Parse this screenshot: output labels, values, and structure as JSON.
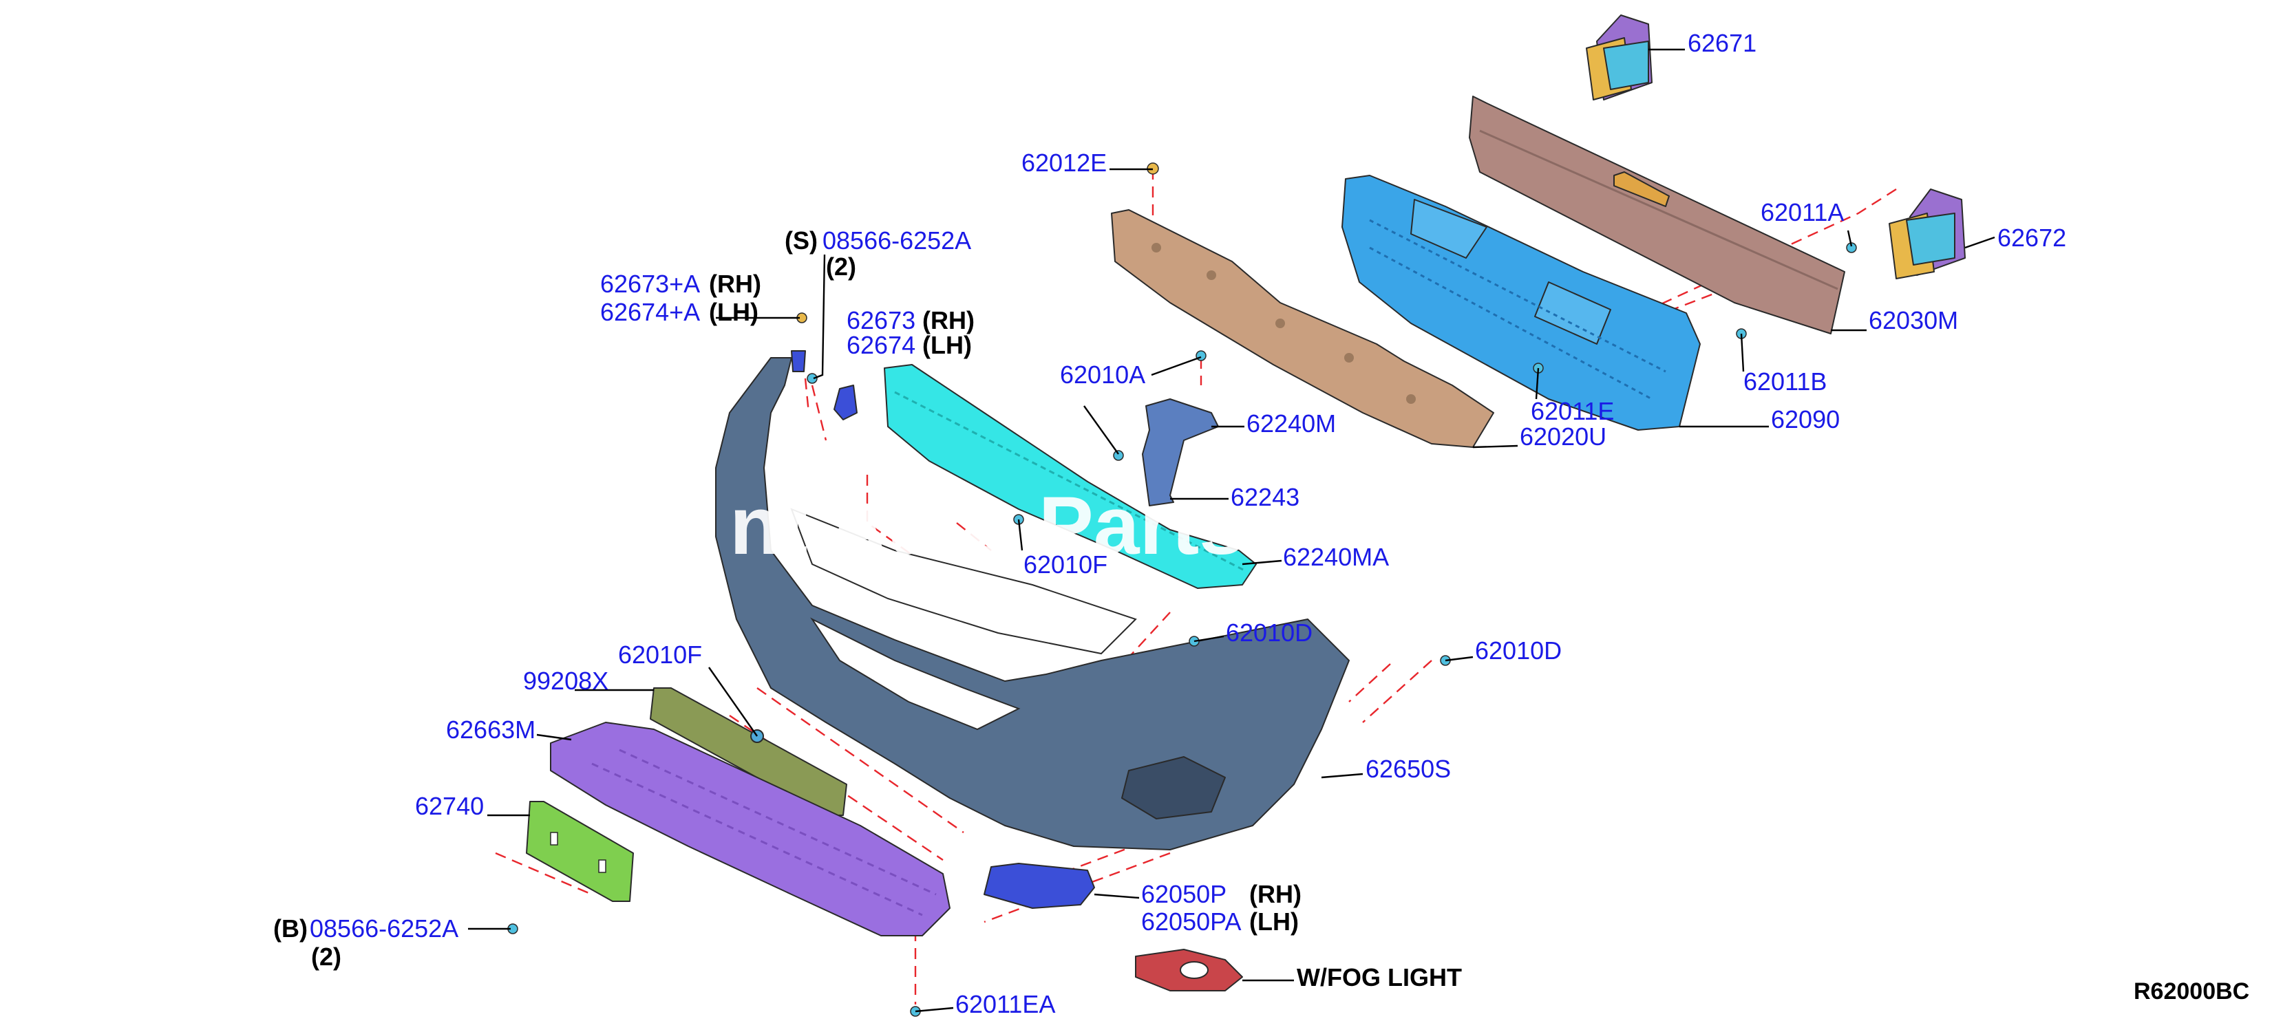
{
  "diagram": {
    "reference_code": "R62000BC",
    "watermark": "nt Auto Parts",
    "colors": {
      "label_blue": "#1a1ae6",
      "leader_black": "#000000",
      "dash_red": "#e8262c",
      "bumper_fascia": "#56708f",
      "absorber_cyan": "#35e6e6",
      "absorber_blue": "#3aa5e8",
      "reinforcement_brown": "#b08880",
      "upper_shield_tan": "#c99f7f",
      "under_cover_purple": "#9a6fe0",
      "license_plate_green": "#7fcf4f",
      "shutter_olive": "#8a9a55",
      "fog_finisher_blue": "#3b4fd8",
      "fog_finisher_red": "#c9454a",
      "bracket_purple": "#9a70d0",
      "bracket_yellow": "#e8b84a"
    },
    "parts": [
      {
        "name": "part-62671",
        "number": "62671"
      },
      {
        "name": "part-62672",
        "number": "62672"
      },
      {
        "name": "part-62012e",
        "number": "62012E"
      },
      {
        "name": "part-62011a",
        "number": "62011A"
      },
      {
        "name": "part-62030m",
        "number": "62030M"
      },
      {
        "name": "part-62011b",
        "number": "62011B"
      },
      {
        "name": "part-62011e",
        "number": "62011E"
      },
      {
        "name": "part-62090",
        "number": "62090"
      },
      {
        "name": "part-62020u",
        "number": "62020U"
      },
      {
        "name": "part-62010a",
        "number": "62010A"
      },
      {
        "name": "part-62240m",
        "number": "62240M"
      },
      {
        "name": "part-62243",
        "number": "62243"
      },
      {
        "name": "part-62240ma",
        "number": "62240MA"
      },
      {
        "name": "part-62010f-upper",
        "number": "62010F"
      },
      {
        "name": "part-62010d-left",
        "number": "62010D"
      },
      {
        "name": "part-62010d-right",
        "number": "62010D"
      },
      {
        "name": "part-08566-6252a-s",
        "number": "08566-6252A",
        "prefix": "(S)",
        "qty": "(2)"
      },
      {
        "name": "part-62673a",
        "number": "62673+A",
        "side": "(RH)"
      },
      {
        "name": "part-62674a",
        "number": "62674+A",
        "side": "(LH)"
      },
      {
        "name": "part-62673",
        "number": "62673",
        "side": "(RH)"
      },
      {
        "name": "part-62674",
        "number": "62674",
        "side": "(LH)"
      },
      {
        "name": "part-62010f-lower",
        "number": "62010F"
      },
      {
        "name": "part-99208x",
        "number": "99208X"
      },
      {
        "name": "part-62663m",
        "number": "62663M"
      },
      {
        "name": "part-62740",
        "number": "62740"
      },
      {
        "name": "part-08566-6252a-b",
        "number": "08566-6252A",
        "prefix": "(B)",
        "qty": "(2)"
      },
      {
        "name": "part-62650s",
        "number": "62650S"
      },
      {
        "name": "part-62050p",
        "number": "62050P",
        "side": "(RH)"
      },
      {
        "name": "part-62050pa",
        "number": "62050PA",
        "side": "(LH)"
      },
      {
        "name": "part-62011ea",
        "number": "62011EA"
      }
    ],
    "note_fog_light": "W/FOG LIGHT"
  }
}
